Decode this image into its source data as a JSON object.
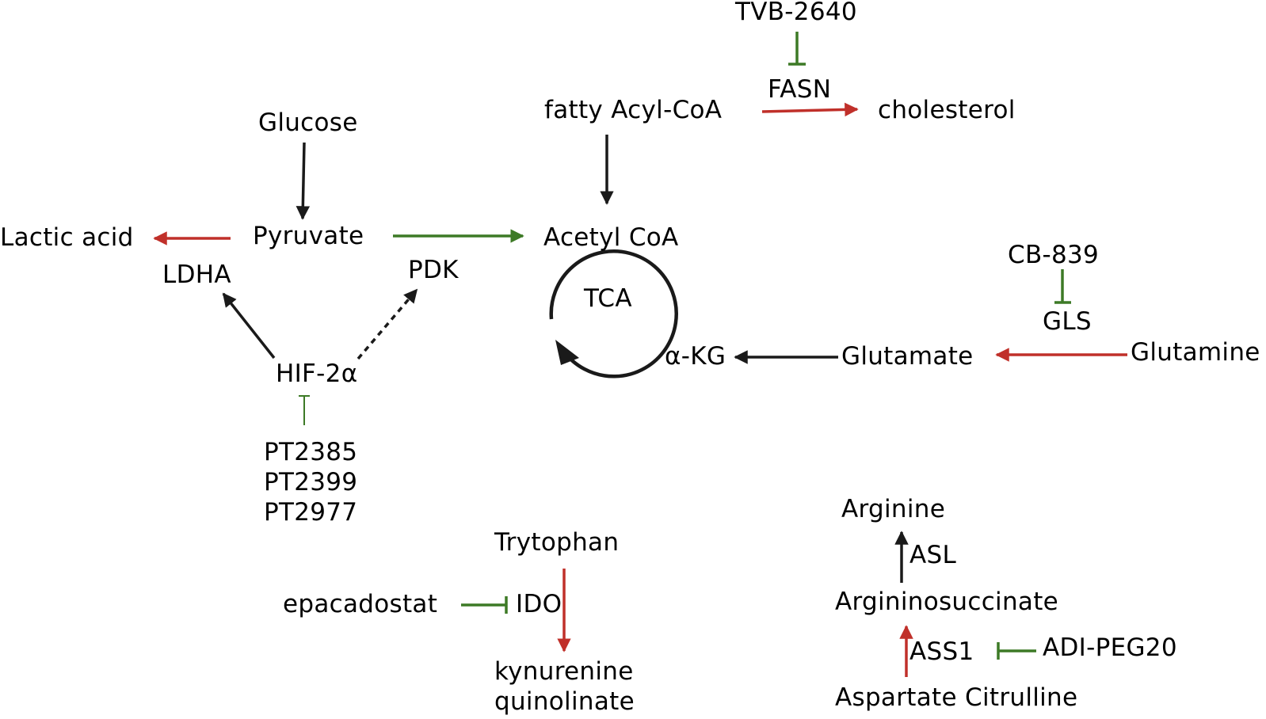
{
  "diagram": {
    "glycolysis": {
      "glucose": "Glucose",
      "pyruvate": "Pyruvate",
      "lactic_acid": "Lactic acid",
      "ldha": "LDHA",
      "pdk": "PDK",
      "hif": "HIF-2α",
      "hif_inhibitors": [
        "PT2385",
        "PT2399",
        "PT2977"
      ]
    },
    "lipid": {
      "inhibitor": "TVB-2640",
      "enzyme": "FASN",
      "substrate": "fatty Acyl-CoA",
      "product": "cholesterol"
    },
    "tca": {
      "acetyl_coa": "Acetyl CoA",
      "cycle_label": "TCA",
      "akg": "α-KG"
    },
    "glutamine": {
      "inhibitor": "CB-839",
      "enzyme": "GLS",
      "glutamate": "Glutamate",
      "glutamine": "Glutamine"
    },
    "tryptophan": {
      "substrate": "Trytophan",
      "enzyme": "IDO",
      "inhibitor": "epacadostat",
      "products": [
        "kynurenine",
        "quinolinate"
      ]
    },
    "arginine": {
      "arginine": "Arginine",
      "asl": "ASL",
      "argininosuccinate": "Argininosuccinate",
      "ass1": "ASS1",
      "inhibitor": "ADI-PEG20",
      "precursors": "Aspartate Citrulline"
    },
    "colors": {
      "black": "#1a1a1a",
      "red": "#c0302a",
      "green": "#3d7a26"
    }
  }
}
